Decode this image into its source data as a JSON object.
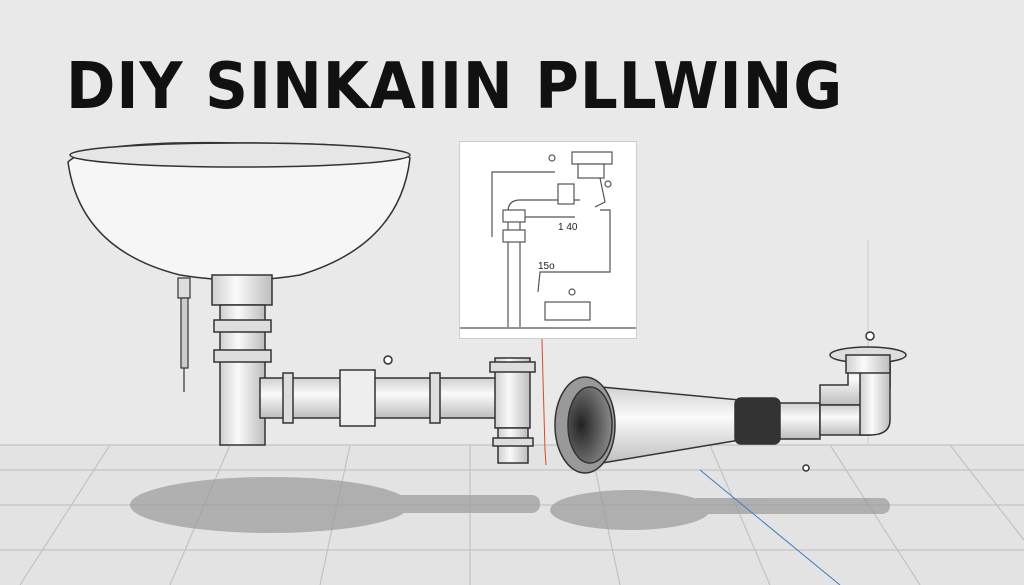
{
  "title": "DIY SINKAIIN PLLWING",
  "inset": {
    "label_a": "1 40",
    "label_b": "15o"
  },
  "colors": {
    "background": "#e9e9e9",
    "floor_lines": "#bdbdbd",
    "pipe": "#f4f4f4",
    "outline": "#333333",
    "red_line": "#d9482b",
    "blue_line": "#3b7fc4"
  }
}
